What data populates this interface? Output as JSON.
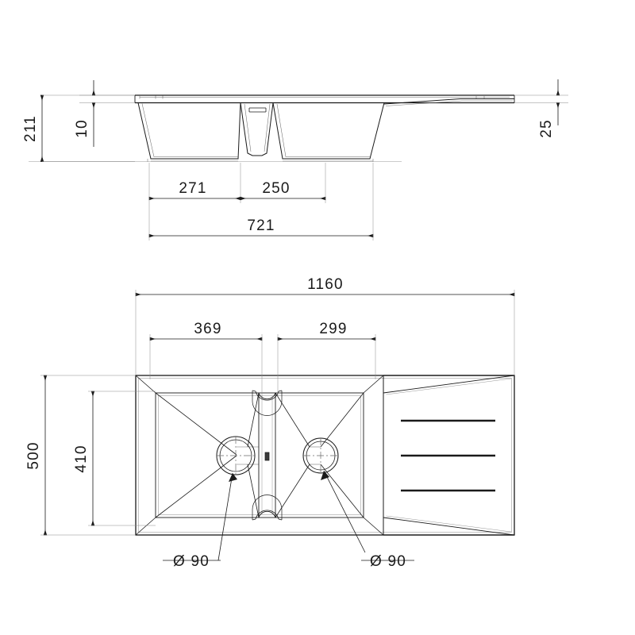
{
  "drawing": {
    "type": "technical-drawing",
    "subject": "double-bowl-kitchen-sink-with-drainboard",
    "units": "mm",
    "views": [
      {
        "id": "elevation",
        "name": "front-elevation-section"
      },
      {
        "id": "plan",
        "name": "top-plan-view"
      }
    ],
    "line_color": "#1a1a1a",
    "background_color": "#ffffff"
  },
  "elevation": {
    "dimensions": {
      "overall_depth": "211",
      "rim_thickness": "10",
      "left_bowl_width": "271",
      "right_bowl_width": "250",
      "bowls_total_width": "721",
      "edge_thickness": "25"
    }
  },
  "plan": {
    "dimensions": {
      "overall_length": "1160",
      "left_bowl_length": "369",
      "right_bowl_length": "299",
      "overall_width": "500",
      "bowl_width": "410"
    },
    "labels": {
      "left_drain": "Ø 90",
      "right_drain": "Ø 90"
    },
    "drainboard": {
      "groove_count": "3"
    }
  }
}
